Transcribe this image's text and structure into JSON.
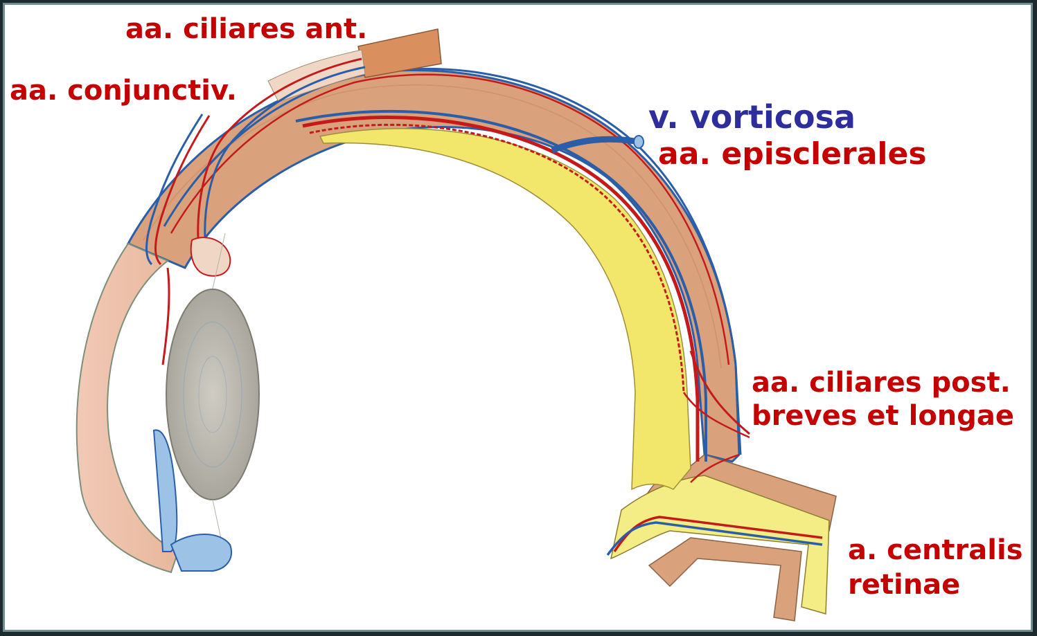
{
  "labels": {
    "ciliares_ant": "aa. ciliares ant.",
    "conjunctiv": "aa. conjunctiv.",
    "vorticosa": "v. vorticosa",
    "episclerales": "aa. episclerales",
    "ciliares_post_line1": "aa. ciliares post.",
    "ciliares_post_line2": "breves et longae",
    "centralis_line1": "a. centralis",
    "centralis_line2": "retinae"
  },
  "colors": {
    "artery": "#c41a1a",
    "vein": "#2a5ea8",
    "sclera": "#d9a17c",
    "retina": "#f2e76a",
    "lens": "#b9b6ad",
    "iris": "#9cc3e6",
    "label_red": "#c40000",
    "label_blue": "#2d2d9c"
  }
}
